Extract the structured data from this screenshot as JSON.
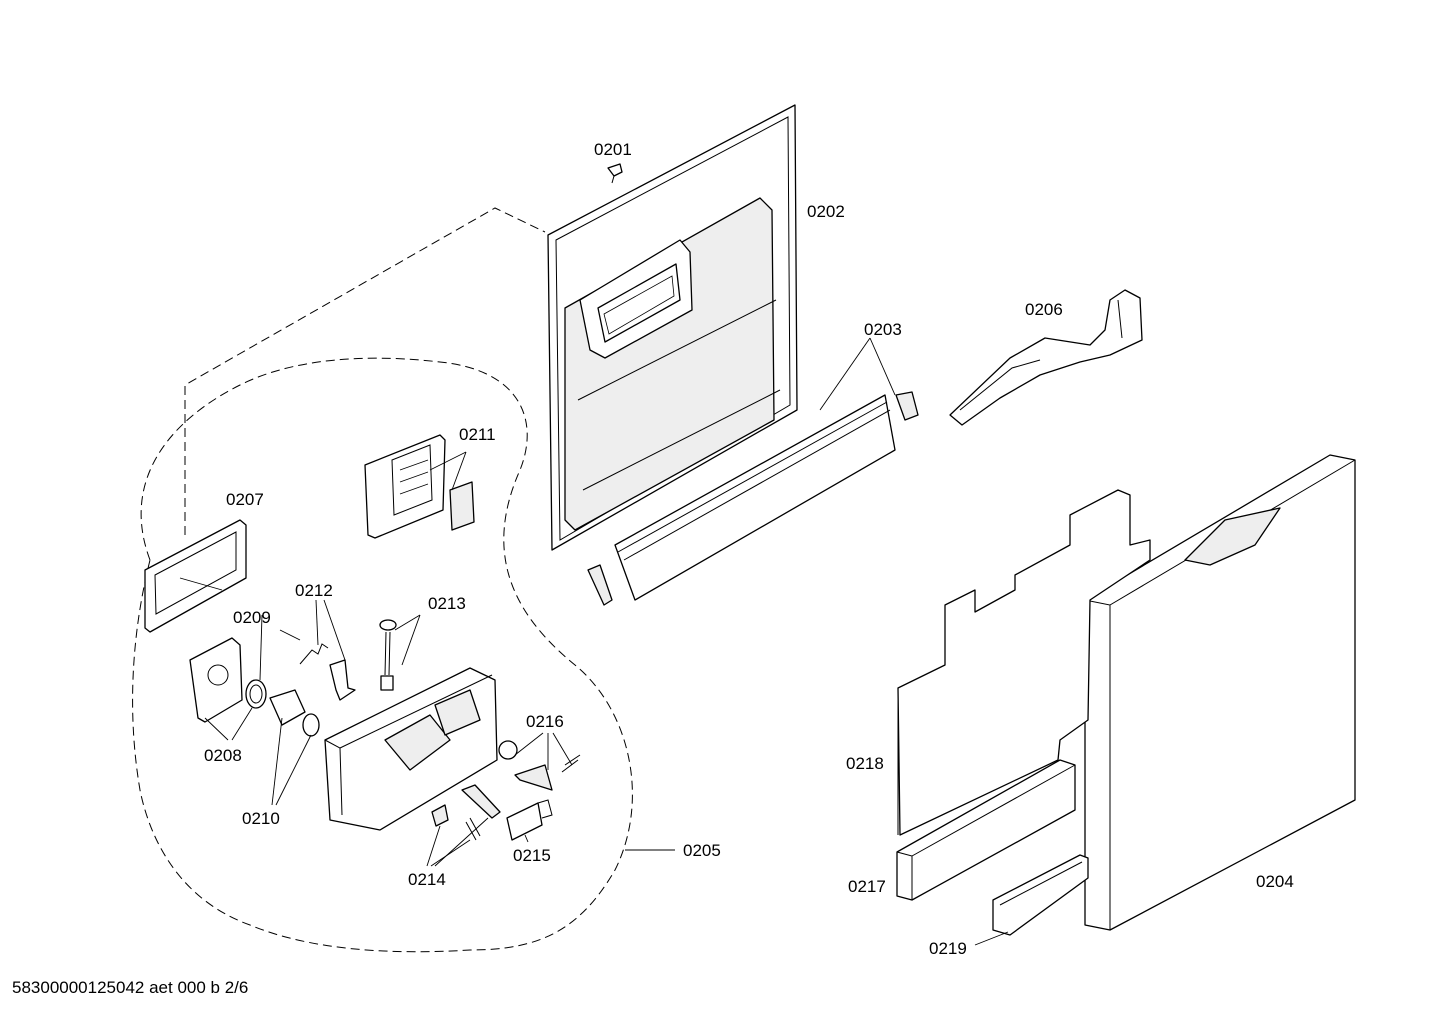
{
  "labels": {
    "p0201": "0201",
    "p0202": "0202",
    "p0203": "0203",
    "p0204": "0204",
    "p0205": "0205",
    "p0206": "0206",
    "p0207": "0207",
    "p0208": "0208",
    "p0209": "0209",
    "p0210": "0210",
    "p0211": "0211",
    "p0212": "0212",
    "p0213": "0213",
    "p0214": "0214",
    "p0215": "0215",
    "p0216": "0216",
    "p0217": "0217",
    "p0218": "0218",
    "p0219": "0219"
  },
  "footer": "58300000125042 aet 000 b 2/6"
}
